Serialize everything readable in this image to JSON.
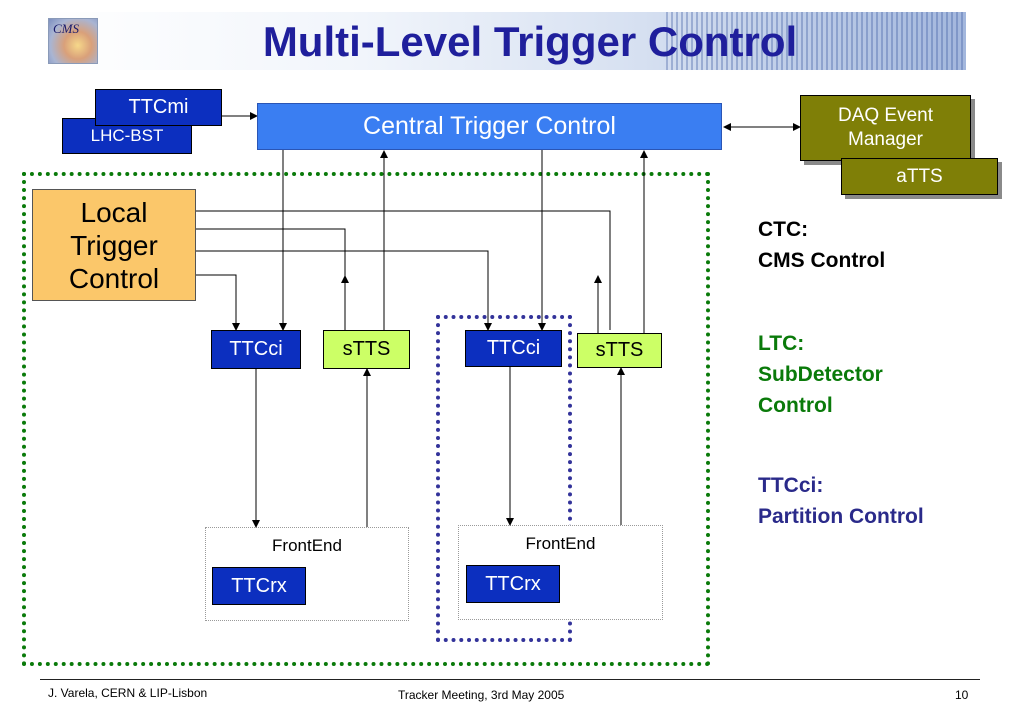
{
  "title": "Multi-Level Trigger Control",
  "logo_text": "CMS",
  "boxes": {
    "ttcmi": "TTCmi",
    "lhc_bst": "LHC-BST",
    "central_trigger_control": "Central Trigger Control",
    "daq_event_manager_line1": "DAQ Event",
    "daq_event_manager_line2": "Manager",
    "atts": "aTTS",
    "local_trigger_control_line1": "Local",
    "local_trigger_control_line2": "Trigger",
    "local_trigger_control_line3": "Control",
    "ttcci_1": "TTCci",
    "stts_1": "sTTS",
    "ttcci_2": "TTCci",
    "stts_2": "sTTS",
    "frontend_1": "FrontEnd",
    "frontend_2": "FrontEnd",
    "ttcrx_1": "TTCrx",
    "ttcrx_2": "TTCrx"
  },
  "legend": {
    "ctc_abbr": "CTC:",
    "ctc_desc": "CMS Control",
    "ltc_abbr": "LTC:",
    "ltc_desc_line1": "SubDetector",
    "ltc_desc_line2": "Control",
    "ttcci_abbr": "TTCci:",
    "ttcci_desc": "Partition Control"
  },
  "colors": {
    "ctc_color": "#000000",
    "ltc_color": "#0a7a0a",
    "ttcci_color": "#2a2a8a"
  },
  "footer": {
    "author": "J. Varela, CERN & LIP-Lisbon",
    "meeting": "Tracker Meeting, 3rd May 2005",
    "page_number": "10"
  }
}
